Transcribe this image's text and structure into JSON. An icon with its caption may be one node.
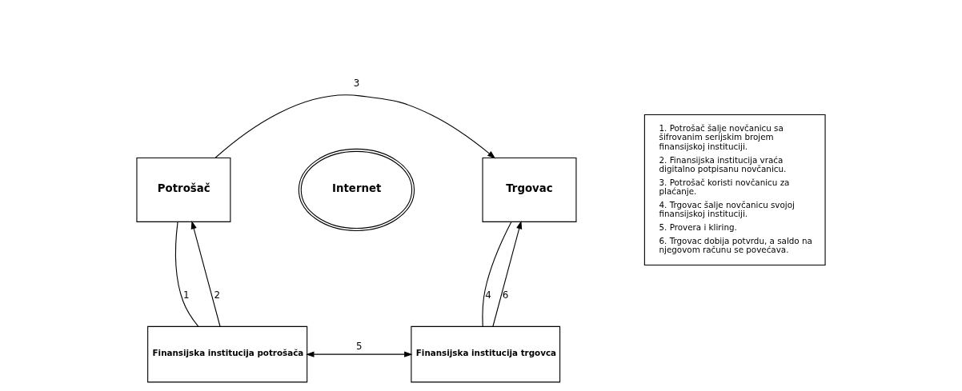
{
  "diagram": {
    "nodes": [
      {
        "text": [
          "Potrošač"
        ]
      },
      {
        "text": [
          "Trgovac"
        ]
      },
      {
        "text": [
          "Internet"
        ]
      },
      {
        "text": [
          "Finansijska institucija potrošača"
        ]
      },
      {
        "text": [
          "Finansijska institucija trgovca"
        ]
      },
      {
        "text": [
          "1. Potrošač šalje novčanicu sa šifrovanim serijskim brojem finansijskoj instituciji.",
          "2. Finansijska institucija vraća digitalno potpisanu novčanicu.",
          "3. Potrošač koristi novčanicu za plaćanje.",
          "4. Trgovac šalje novčanicu svojoj finansijskoj instituciji.",
          "5. Provera i kliring.",
          "6. Trgovac dobija potvrdu, a saldo na njegovom računu se povećava."
        ]
      }
    ],
    "edges": [
      {
        "from": 0,
        "to": 1,
        "arrow": "to",
        "label": "3"
      },
      {
        "from": 0,
        "to": 3,
        "arrow": "none",
        "label": "1"
      },
      {
        "from": 3,
        "to": 0,
        "arrow": "to",
        "label": "2"
      },
      {
        "from": 1,
        "to": 4,
        "arrow": "none",
        "label": "4"
      },
      {
        "from": 4,
        "to": 1,
        "arrow": "to",
        "label": "6"
      },
      {
        "from": 3,
        "to": 4,
        "arrow": "both",
        "label": "5"
      }
    ]
  }
}
